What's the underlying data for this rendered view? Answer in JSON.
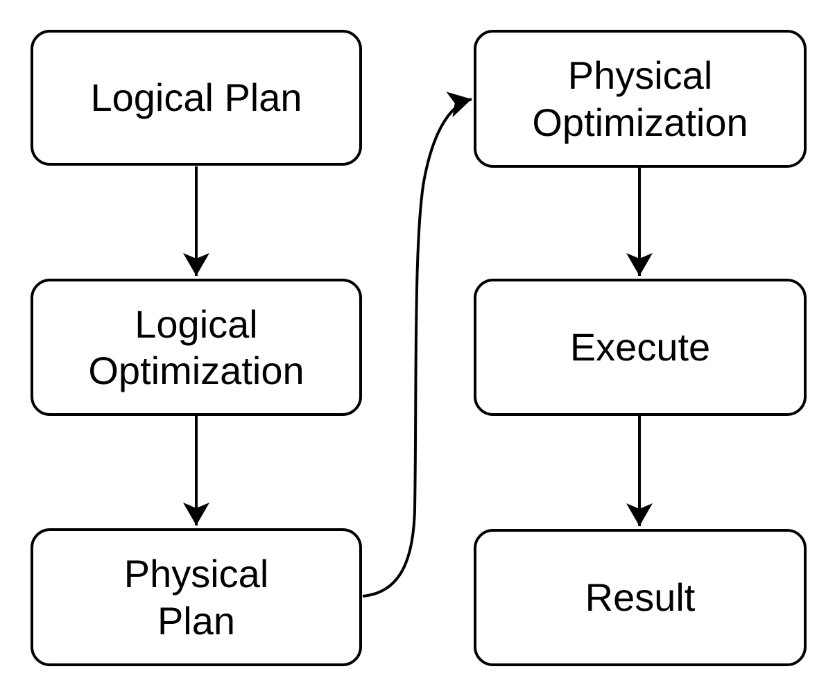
{
  "diagram": {
    "background_color": "#ffffff",
    "node_fill_color": "#ffffff",
    "node_border_color": "#000000",
    "connector_color": "#000000",
    "text_color": "#000000",
    "nodes": [
      {
        "id": "logical-plan",
        "label": "Logical Plan",
        "lines": [
          "Logical Plan"
        ]
      },
      {
        "id": "logical-optimization",
        "label": "Logical Optimization",
        "lines": [
          "Logical",
          "Optimization"
        ]
      },
      {
        "id": "physical-plan",
        "label": "Physical Plan",
        "lines": [
          "Physical",
          "Plan"
        ]
      },
      {
        "id": "physical-optimization",
        "label": "Physical Optimization",
        "lines": [
          "Physical",
          "Optimization"
        ]
      },
      {
        "id": "execute",
        "label": "Execute",
        "lines": [
          "Execute"
        ]
      },
      {
        "id": "result",
        "label": "Result",
        "lines": [
          "Result"
        ]
      }
    ],
    "edges": [
      {
        "from": "logical-plan",
        "to": "logical-optimization",
        "style": "straight-arrow"
      },
      {
        "from": "logical-optimization",
        "to": "physical-plan",
        "style": "straight-arrow"
      },
      {
        "from": "physical-plan",
        "to": "physical-optimization",
        "style": "curved-arrow"
      },
      {
        "from": "physical-optimization",
        "to": "execute",
        "style": "straight-arrow"
      },
      {
        "from": "execute",
        "to": "result",
        "style": "straight-arrow"
      }
    ]
  }
}
